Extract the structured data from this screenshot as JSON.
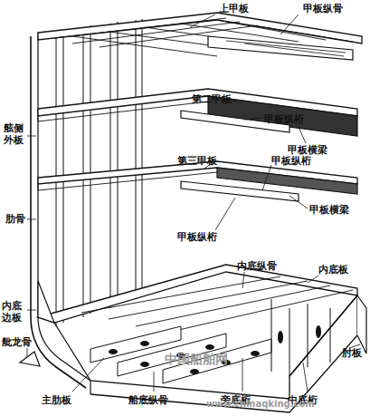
{
  "diagram": {
    "labels": [
      "上甲板",
      "甲板纵骨",
      "第二甲板",
      "甲板纵桁",
      "舷侧 外板",
      "甲板横梁",
      "第三甲板",
      "甲板纵桁",
      "肋骨",
      "甲板横梁",
      "甲板纵桁",
      "内底纵骨",
      "内底板",
      "内底 边板",
      "舭龙骨",
      "肘板",
      "主肋板",
      "船底纵骨",
      "旁底桁",
      "中底桁",
      "中国船舶网",
      "www.chinaqking.com"
    ]
  }
}
